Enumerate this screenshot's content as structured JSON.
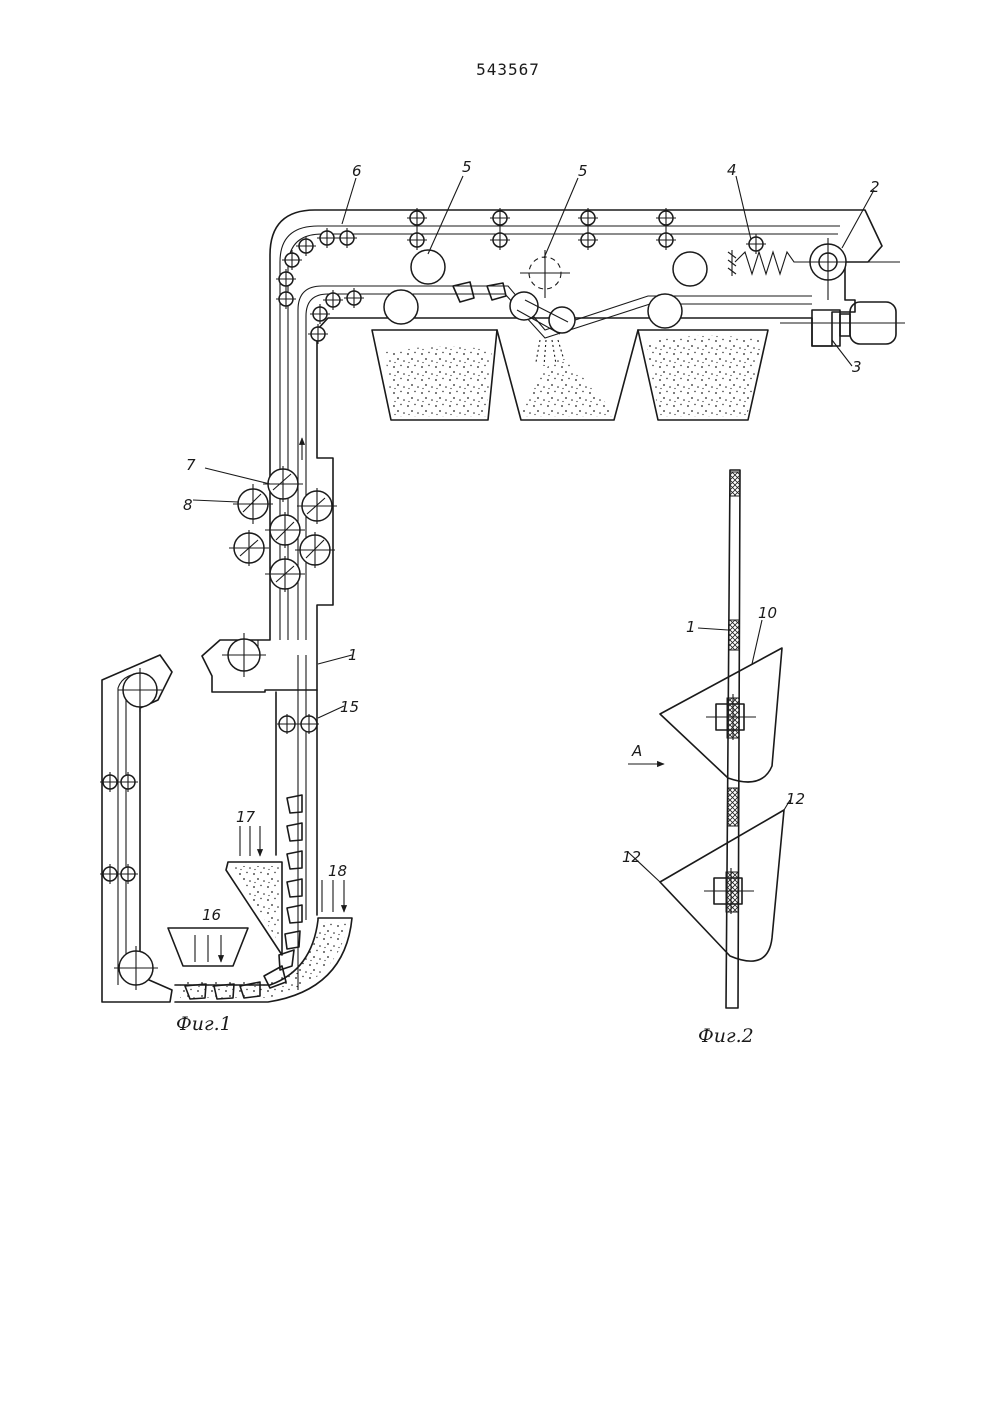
{
  "document": {
    "patent_number": "543567",
    "fig1_caption": "Фиг.1",
    "fig2_caption": "Фиг.2"
  },
  "fig1": {
    "labels": {
      "l1": "1",
      "l2": "2",
      "l3": "3",
      "l4": "4",
      "l5a": "5",
      "l5b": "5",
      "l6": "6",
      "l7": "7",
      "l8": "8",
      "l15": "15",
      "l16": "16",
      "l17": "17",
      "l18": "18"
    }
  },
  "fig2": {
    "labels": {
      "l1": "1",
      "l10": "10",
      "l12a": "12",
      "l12b": "12",
      "view_a": "A"
    }
  }
}
